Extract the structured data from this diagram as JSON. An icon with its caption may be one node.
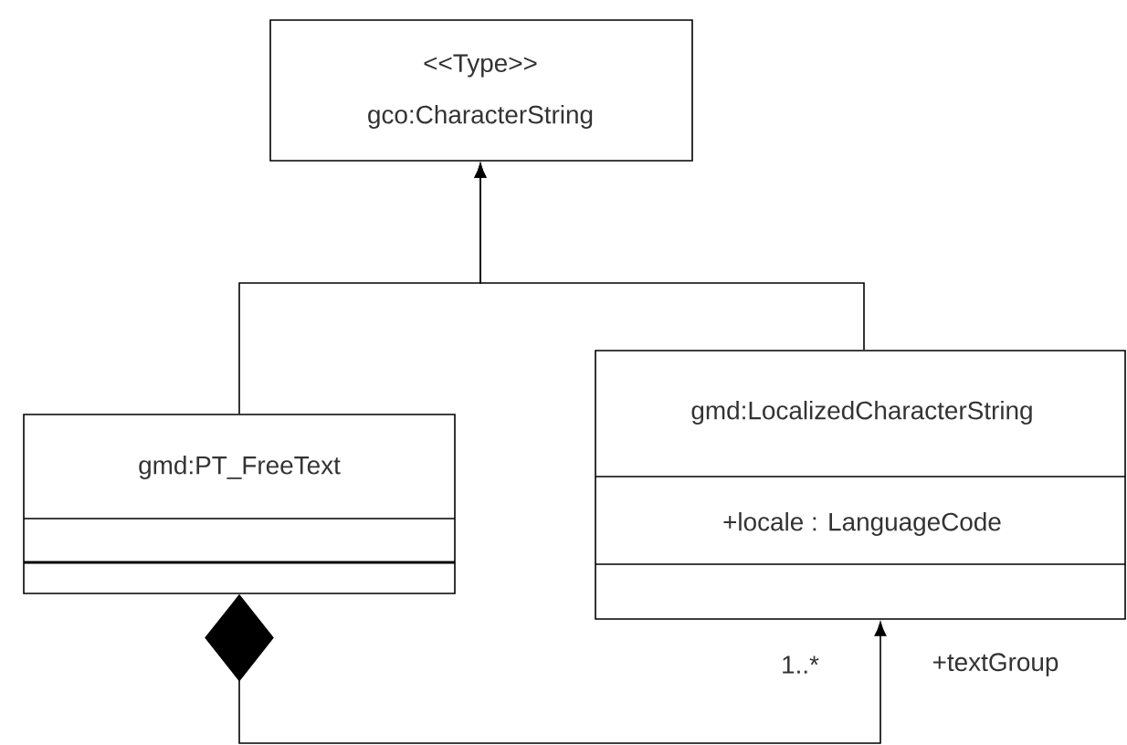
{
  "diagram": {
    "nodes": [
      {
        "text": [
          "<<Type>>",
          "gco:CharacterString"
        ]
      },
      {
        "text": [
          "gmd:PT_FreeText"
        ]
      },
      {
        "text": [
          "gmd:LocalizedCharacterString",
          "+locale : LanguageCode"
        ]
      }
    ],
    "edges": [
      {
        "from": 1,
        "to": 0,
        "arrow": "to"
      },
      {
        "from": 2,
        "to": 0,
        "arrow": "to"
      },
      {
        "from": 1,
        "to": 2,
        "arrow": "to"
      }
    ],
    "labels": [
      "1..*",
      "+textGroup"
    ]
  }
}
